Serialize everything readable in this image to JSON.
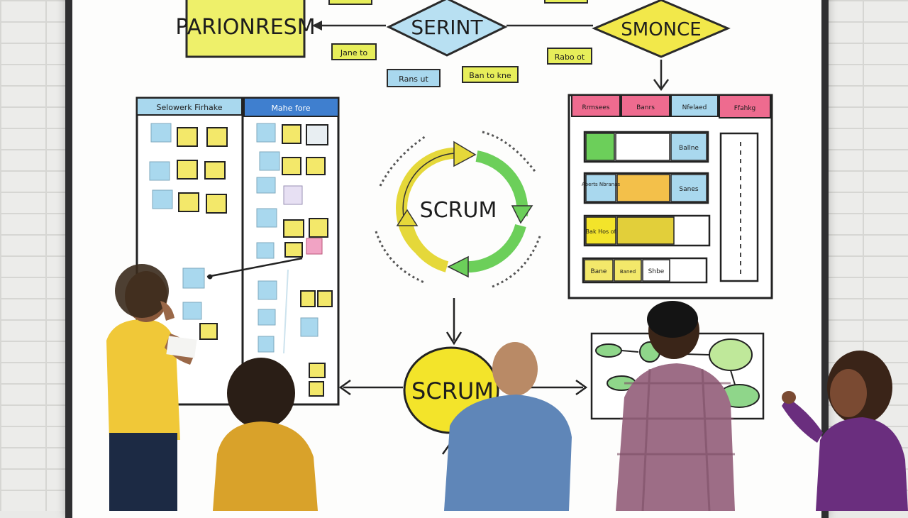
{
  "board": {
    "box_top_left": "PARIONRESM",
    "diamond_center": "SERINT",
    "diamond_right": "SMONCE",
    "tag_1": "Jane to",
    "tag_2": "Rabo ot",
    "tag_3": "Rans ut",
    "tag_4": "Ban to kne"
  },
  "kanban": {
    "col1_header": "Selowerk Firhake",
    "col2_header": "Mahe fore"
  },
  "cycle": {
    "label": "SCRUM"
  },
  "center_node": {
    "label": "SCRUM"
  },
  "table": {
    "headers": [
      "Rrmsees",
      "Banrs",
      "Nfelaed",
      "Ffahkg"
    ],
    "rows": [
      [
        "",
        "",
        "Ballne"
      ],
      [
        "Aberts Nbranas",
        "",
        "Sanes"
      ],
      [
        "Bak Hos of",
        "",
        ""
      ],
      [
        "Bane",
        "Baned",
        "Shbe"
      ]
    ]
  },
  "colors": {
    "sticky_yellow": "#f3e86a",
    "sticky_blue": "#a9d8ee",
    "sticky_pink": "#f1a3c4",
    "arrow_green": "#6ccf5a",
    "arrow_yellow": "#e5d83a",
    "header_blue": "#4a90d9",
    "header_pink": "#ee6b8f"
  }
}
